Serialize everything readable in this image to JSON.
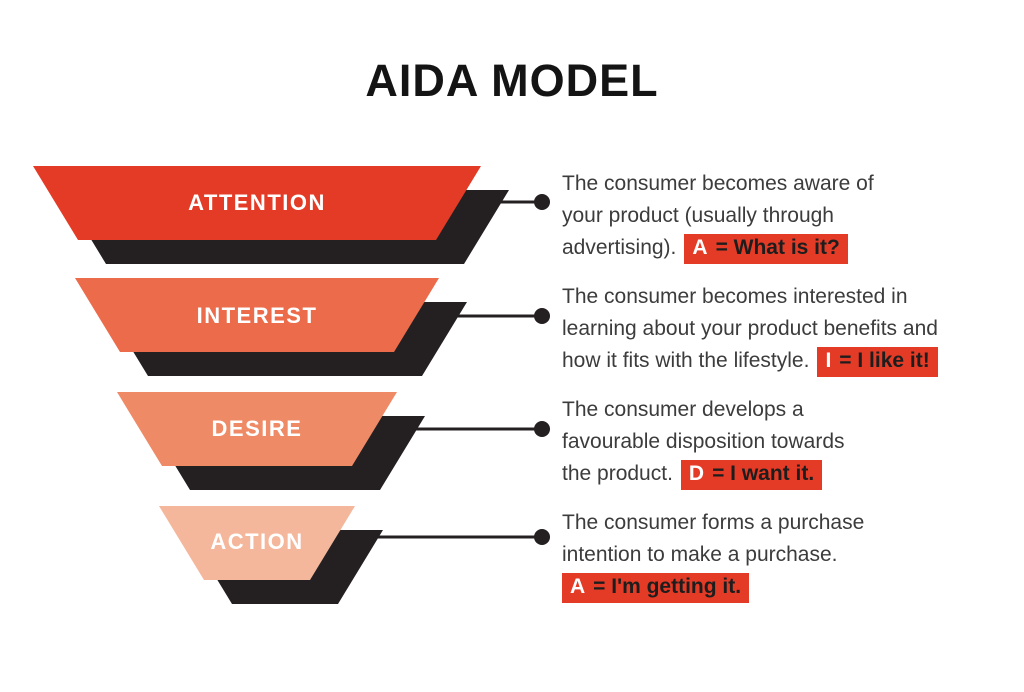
{
  "title": "AIDA MODEL",
  "colors": {
    "stage_attention": "#E43B26",
    "stage_interest": "#EB6B4A",
    "stage_desire": "#EF8A66",
    "stage_action": "#F4B79B",
    "shadow_black": "#242021",
    "highlight_red": "#E43B26",
    "body_text": "#3C3C3C"
  },
  "funnel": {
    "stages": [
      {
        "label": "ATTENTION",
        "desc_line1": "The consumer becomes aware of",
        "desc_line2": "your product (usually through",
        "desc_line3": "advertising).",
        "tag_letter": "A",
        "tag_rest": "= What is it?"
      },
      {
        "label": "INTEREST",
        "desc_line1": "The consumer becomes interested in",
        "desc_line2": "learning about your product benefits and",
        "desc_line3": "how it fits with the lifestyle.",
        "tag_letter": "I",
        "tag_rest": "= I like it!"
      },
      {
        "label": "DESIRE",
        "desc_line1": "The consumer develops a",
        "desc_line2": "favourable disposition towards",
        "desc_line3": "the product.",
        "tag_letter": "D",
        "tag_rest": "= I want it."
      },
      {
        "label": "ACTION",
        "desc_line1": "The consumer forms a purchase",
        "desc_line2": "intention to make a purchase.",
        "desc_line3": "",
        "tag_letter": "A",
        "tag_rest": "= I'm getting it."
      }
    ]
  }
}
